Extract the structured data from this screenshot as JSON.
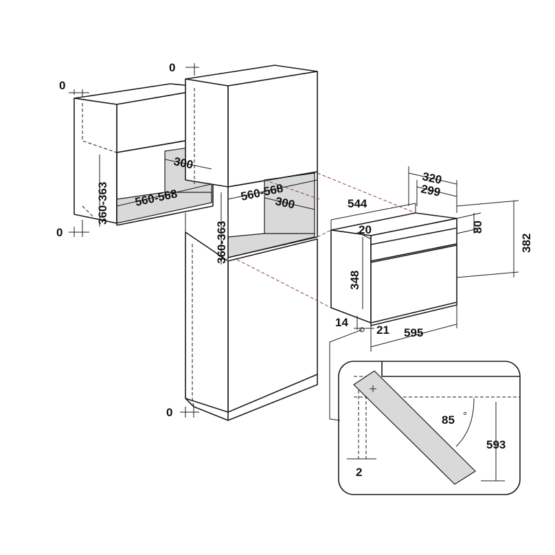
{
  "colors": {
    "line": "#1a1a1a",
    "niche_fill": "#d9d9d9",
    "background": "#ffffff"
  },
  "labels": {
    "wall_top_gap": "0",
    "wall_bottom_gap": "0",
    "wall_niche_height": "360-363",
    "wall_niche_width": "560-568",
    "wall_niche_depth": "300",
    "tall_top_gap": "0",
    "tall_niche_width": "560-568",
    "tall_niche_depth": "300",
    "tall_niche_height": "360-363",
    "tall_bottom_gap": "0",
    "oven_depth_total": "320",
    "oven_depth_body": "299",
    "oven_body_width": "544",
    "oven_top_offset": "20",
    "oven_panel_height": "80",
    "oven_total_height": "382",
    "oven_body_height": "348",
    "oven_left_gap": "14",
    "oven_bottom_offset": "21",
    "oven_front_width": "595",
    "door_angle": "85",
    "door_angle_unit": "°",
    "door_swing_height": "593",
    "door_gap": "2"
  }
}
